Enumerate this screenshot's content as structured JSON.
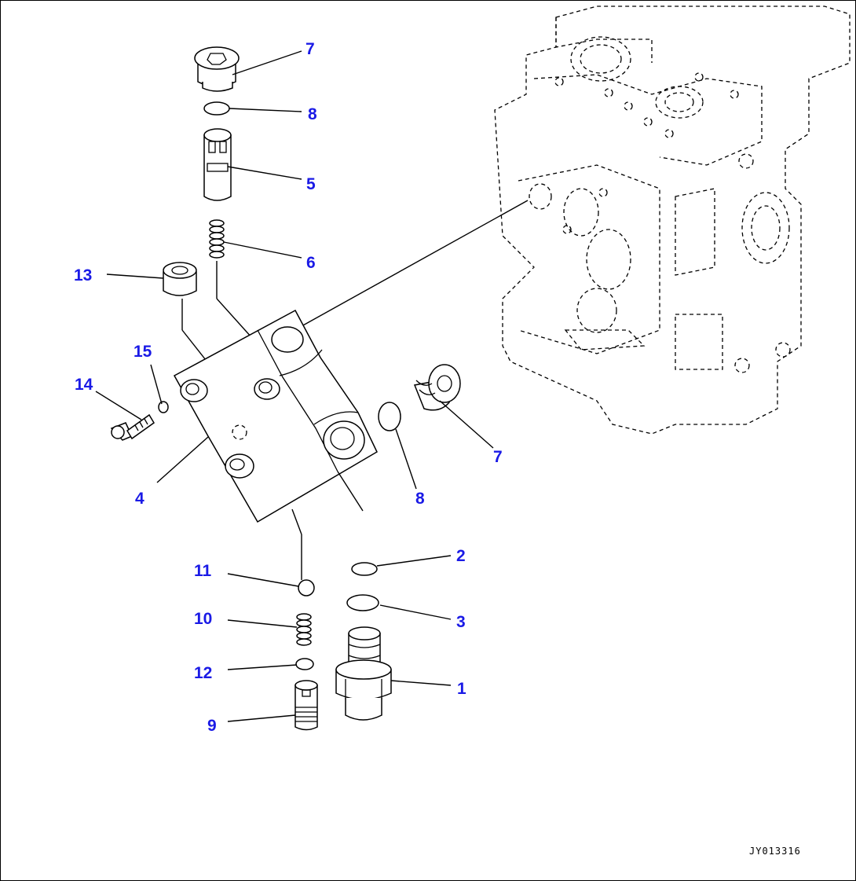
{
  "colors": {
    "callout": "#1a1ae6",
    "line": "#000000",
    "background": "#ffffff"
  },
  "callouts": [
    {
      "id": "p7-top",
      "label": "7"
    },
    {
      "id": "p8-top",
      "label": "8"
    },
    {
      "id": "p5",
      "label": "5"
    },
    {
      "id": "p6",
      "label": "6"
    },
    {
      "id": "p13",
      "label": "13"
    },
    {
      "id": "p15",
      "label": "15"
    },
    {
      "id": "p14",
      "label": "14"
    },
    {
      "id": "p4",
      "label": "4"
    },
    {
      "id": "p7-side",
      "label": "7"
    },
    {
      "id": "p8-side",
      "label": "8"
    },
    {
      "id": "p2",
      "label": "2"
    },
    {
      "id": "p11",
      "label": "11"
    },
    {
      "id": "p3",
      "label": "3"
    },
    {
      "id": "p10",
      "label": "10"
    },
    {
      "id": "p12",
      "label": "12"
    },
    {
      "id": "p1",
      "label": "1"
    },
    {
      "id": "p9",
      "label": "9"
    }
  ],
  "drawing_code": "JY013316"
}
